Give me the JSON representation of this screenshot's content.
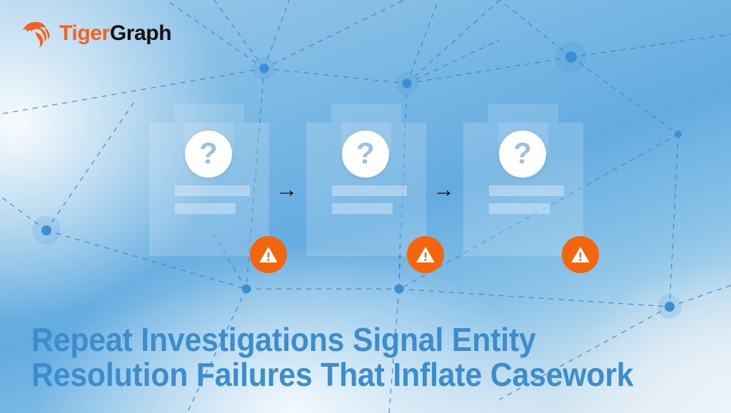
{
  "brand": {
    "logo_icon": "tiger-head-icon",
    "name_part1": "Tiger",
    "name_part2": "Graph",
    "orange": "#f26322",
    "black": "#14110f"
  },
  "headline": {
    "line1": "Repeat Investigations Signal Entity",
    "line2": "Resolution Failures That Inflate Casework",
    "color": "#3b8dcd"
  },
  "illustration": {
    "question_mark": "?",
    "arrow_glyph": "→",
    "warning_icon": "warning-triangle-icon",
    "badge_color": "#f4660c",
    "documents": [
      {
        "id": "case-document-1",
        "question": "?",
        "has_warning": true
      },
      {
        "id": "case-document-2",
        "question": "?",
        "has_warning": true
      },
      {
        "id": "case-document-3",
        "question": "?",
        "has_warning": true
      }
    ],
    "arrows": [
      "→",
      "→"
    ]
  },
  "background": {
    "style": "graph-network",
    "gradient_from": "#9ccaea",
    "gradient_to": "#e9f1f7",
    "node_color": "#3b90d4",
    "edge_color": "#3b86c9"
  }
}
